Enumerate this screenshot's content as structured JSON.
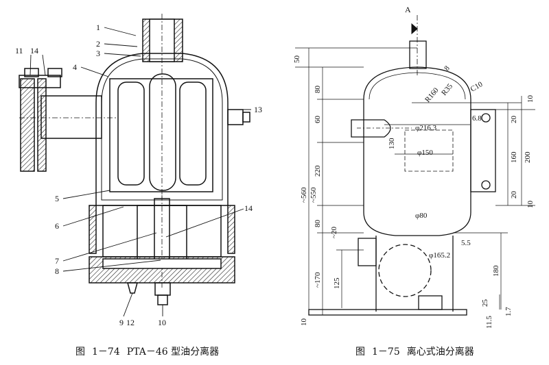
{
  "left_figure": {
    "caption_prefix": "图",
    "caption_number": "1－74",
    "caption_title": "PTA－46 型油分离器",
    "part_labels": [
      "1",
      "2",
      "3",
      "4",
      "5",
      "6",
      "7",
      "8",
      "9",
      "10",
      "11",
      "12",
      "13",
      "14",
      "14"
    ]
  },
  "right_figure": {
    "caption_prefix": "图",
    "caption_number": "1－75",
    "caption_title": "离心式油分离器",
    "view_arrow_label": "A",
    "dimension_labels": {
      "d50": "50",
      "d80a": "80",
      "d60": "60",
      "d220": "220",
      "d560": "~560",
      "d550": "~550",
      "d80b": "80",
      "d20a": "~20",
      "d170": "~170",
      "d10a": "10",
      "d125": "125",
      "d130": "130",
      "phi216": "φ216.3",
      "phi150": "φ150",
      "phi80": "φ80",
      "phi165": "φ165.2",
      "r160": "R160",
      "r35": "R35",
      "d8": "8",
      "c10": "C10",
      "d10b": "10",
      "d68": "6.8",
      "d20b": "20",
      "d160": "160",
      "d200": "200",
      "d20c": "20",
      "d10c": "10",
      "d55": "5.5",
      "d180": "180",
      "d25": "25",
      "d115": "11.5",
      "d17": "1.7"
    }
  }
}
